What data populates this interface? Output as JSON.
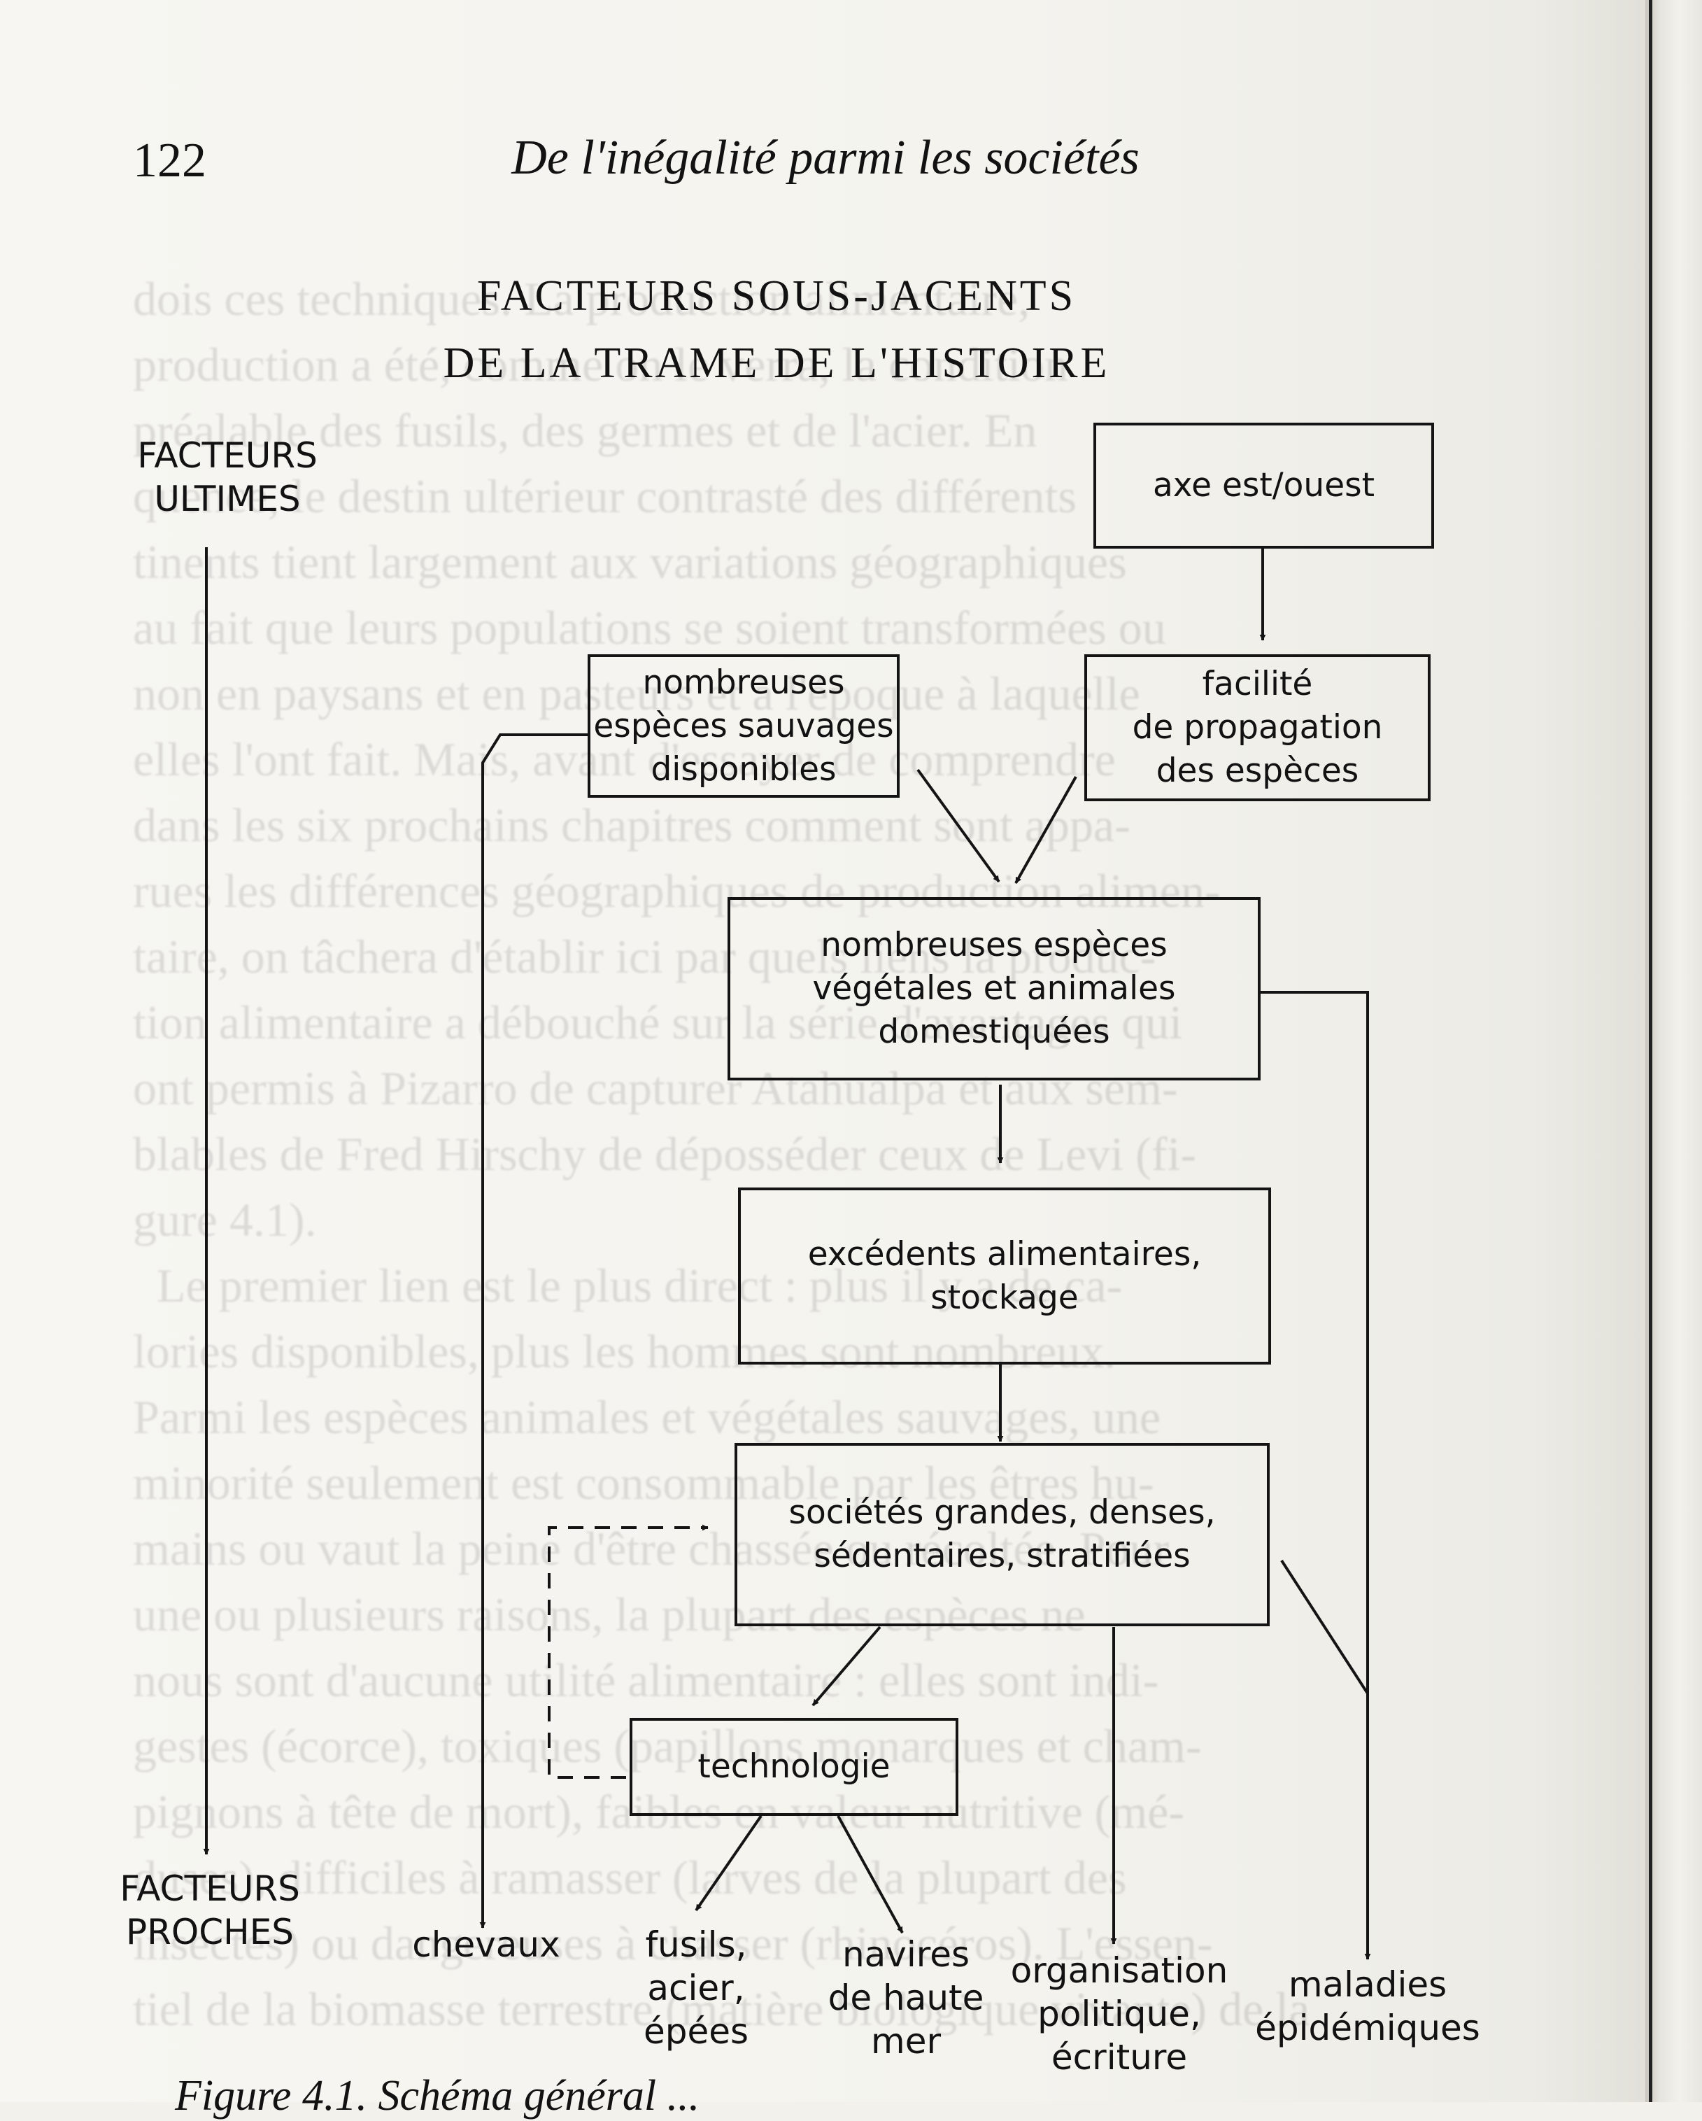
{
  "page_number": "122",
  "running_head": "De l'inégalité parmi les sociétés",
  "figure": {
    "title_line1": "FACTEURS SOUS-JACENTS",
    "title_line2": "DE LA TRAME DE L'HISTOIRE",
    "ultimate_label_line1": "FACTEURS",
    "ultimate_label_line2": "ULTIMES",
    "proximate_label_line1": "FACTEURS",
    "proximate_label_line2": "PROCHES",
    "box_axis": "axe est/ouest",
    "box_wild_species": [
      "nombreuses",
      "espèces sauvages",
      "disponibles"
    ],
    "box_spread": [
      "facilité",
      "de propagation",
      "des espèces"
    ],
    "box_domesticated": [
      "nombreuses espèces",
      "végétales et animales",
      "domestiquées"
    ],
    "box_surplus": [
      "excédents alimentaires,",
      "stockage"
    ],
    "box_societies": [
      "sociétés grandes, denses,",
      "sédentaires, stratifiées"
    ],
    "box_technology": "technologie",
    "outcome_horses": "chevaux",
    "outcome_guns": [
      "fusils,",
      "acier,",
      "épées"
    ],
    "outcome_ships": [
      "navires",
      "de haute",
      "mer"
    ],
    "outcome_political": [
      "organisation",
      "politique,",
      "écriture"
    ],
    "outcome_diseases": [
      "maladies",
      "épidémiques"
    ]
  },
  "caption": "Figure 4.1. Schéma général ..."
}
